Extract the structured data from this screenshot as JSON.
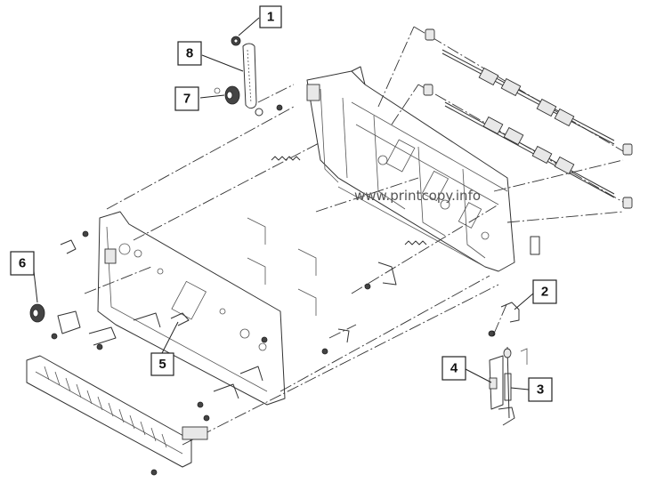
{
  "callouts": [
    {
      "label": "1"
    },
    {
      "label": "2"
    },
    {
      "label": "3"
    },
    {
      "label": "4"
    },
    {
      "label": "5"
    },
    {
      "label": "6"
    },
    {
      "label": "7"
    },
    {
      "label": "8"
    }
  ],
  "watermark": "www.printcopy.info"
}
